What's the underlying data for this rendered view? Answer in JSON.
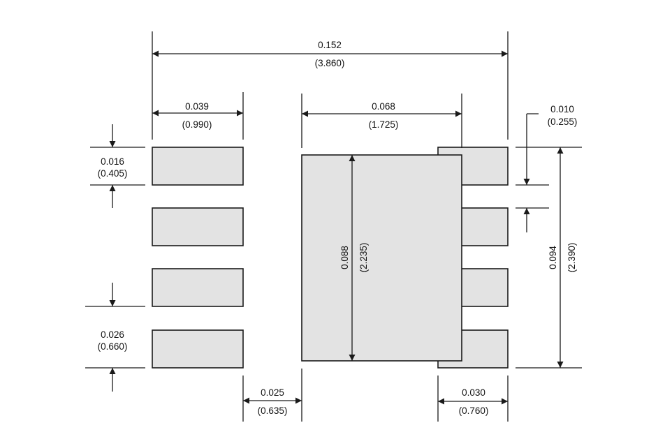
{
  "dimensions": {
    "overall_width": {
      "inch": "0.152",
      "mm": "(3.860)"
    },
    "pad_length": {
      "inch": "0.039",
      "mm": "(0.990)"
    },
    "thermal_pad_width": {
      "inch": "0.068",
      "mm": "(1.725)"
    },
    "side_gap": {
      "inch": "0.010",
      "mm": "(0.255)"
    },
    "pad_width": {
      "inch": "0.016",
      "mm": "(0.405)"
    },
    "pitch": {
      "inch": "0.026",
      "mm": "(0.660)"
    },
    "thermal_pad_height": {
      "inch": "0.088",
      "mm": "(2.235)"
    },
    "overall_height": {
      "inch": "0.094",
      "mm": "(2.390)"
    },
    "pad_to_thermal_gap": {
      "inch": "0.025",
      "mm": "(0.635)"
    },
    "right_pad_length": {
      "inch": "0.030",
      "mm": "(0.760)"
    }
  }
}
